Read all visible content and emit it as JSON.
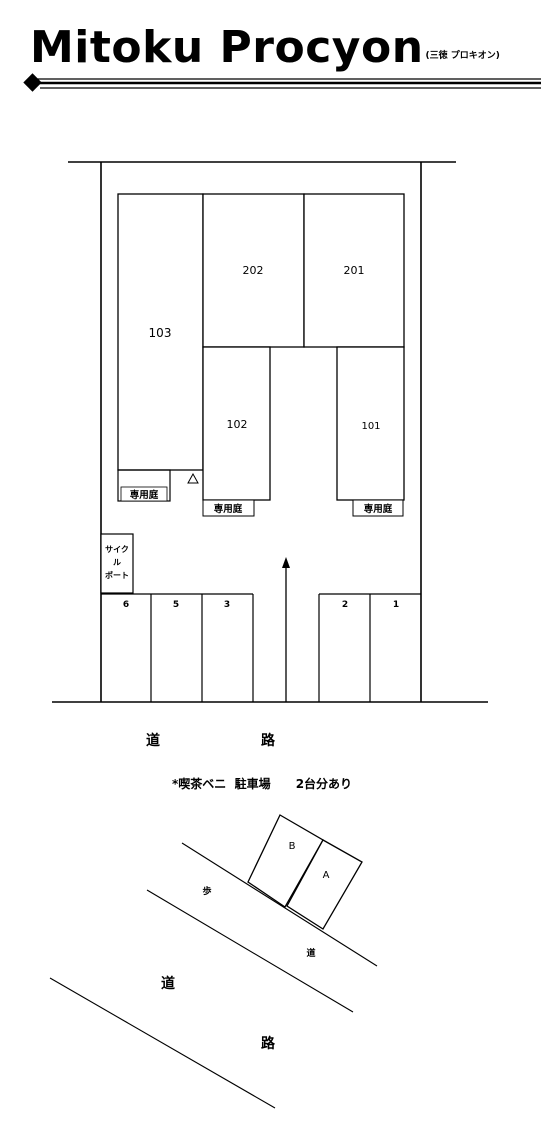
{
  "title": {
    "main": "Mitoku  Procyon",
    "sub": "(三徳  プロキオン)"
  },
  "site_plan": {
    "units": {
      "u103": "103",
      "u202": "202",
      "u201": "201",
      "u102": "102",
      "u101": "101"
    },
    "gardens": {
      "g103": "専用庭",
      "g102": "専用庭",
      "g101": "専用庭"
    },
    "cycle_port": [
      "サイク",
      "ル",
      "ポート"
    ],
    "parking": {
      "p6": "6",
      "p5": "5",
      "p3": "3",
      "p2": "2",
      "p1": "1"
    },
    "road": {
      "char1": "道",
      "char2": "路"
    }
  },
  "note": "*喫茶ベニ  駐車場      2台分あり",
  "offsite_map": {
    "slots": {
      "a": "A",
      "b": "B"
    },
    "sidewalk": {
      "char1": "歩",
      "char2": "道"
    },
    "road": {
      "char1": "道",
      "char2": "路"
    }
  }
}
